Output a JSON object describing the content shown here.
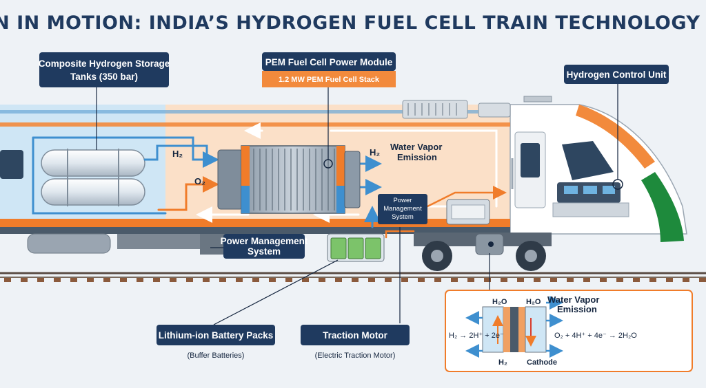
{
  "title": "INNOVATION IN MOTION: INDIA’S HYDROGEN FUEL CELL TRAIN TECHNOLOGY SCHEMATIC",
  "callouts": {
    "storage_line1": "Composite Hydrogen Storage",
    "storage_line2": "Tanks (350 bar)",
    "pem_title": "PEM Fuel Cell Power Module",
    "pem_sub": "1.2 MW PEM Fuel Cell Stack",
    "control_unit": "Hydrogen Control Unit",
    "pms_lower_line1": "Power Management",
    "pms_lower_line2": "System",
    "pms_upper_line1": "Power",
    "pms_upper_line2": "Management",
    "pms_upper_line3": "System",
    "battery_title": "Lithium-ion Battery Packs",
    "battery_sub": "(Buffer Batteries)",
    "traction_title": "Traction Motor",
    "traction_sub": "(Electric Traction Motor)"
  },
  "gas_labels": {
    "h2_in": "H₂",
    "o2_in": "O₂",
    "h2_out": "H₂",
    "vapor_line1": "Water Vapor",
    "vapor_line2": "Emission"
  },
  "inset": {
    "h2o_left": "H₂O",
    "h2o_right": "H₂O",
    "vapor_line1": "Water Vapor",
    "vapor_line2": "Emission",
    "anode_eq": "H₂ → 2H⁺ + 2e⁻",
    "cathode_eq": "O₂ + 4H⁺ + 4e⁻ → 2H₂O",
    "h2_bottom": "H₂",
    "cathode_label": "Cathode"
  },
  "colors": {
    "navy": "#1f3a5f",
    "orange": "#f28a3c",
    "green": "#1e8a3c",
    "light_blue": "#cfe6f5",
    "peach": "#fbe0c8"
  }
}
